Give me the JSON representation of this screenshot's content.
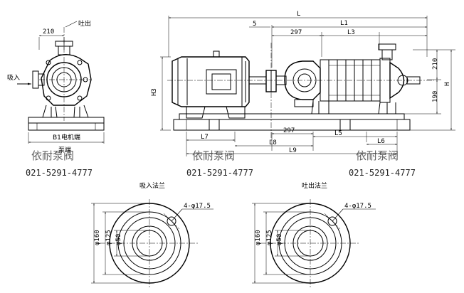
{
  "dimensions": {
    "L": "L",
    "L1": "L1",
    "L3": "L3",
    "five": "5",
    "d297_top": "297",
    "H3": "H3",
    "d210_right": "210",
    "d190": "190",
    "H": "H",
    "d210_left": "210",
    "L7": "L7",
    "L8": "L8",
    "L9": "L9",
    "L5": "L5",
    "L6": "L6",
    "d297_bottom": "297"
  },
  "labels": {
    "outlet": "吐出",
    "inlet": "吸入",
    "motor_end": "B1电机端",
    "pump_end": "泵端",
    "suction_flange": "吸入法兰",
    "discharge_flange": "吐出法兰"
  },
  "flanges": {
    "left": {
      "holes": "4-φ17.5",
      "d160": "φ160",
      "d125": "φ125",
      "d50": "φ50"
    },
    "right": {
      "holes": "4-φ17.5",
      "d160": "φ160",
      "d125": "φ125",
      "d50": "φ50"
    }
  },
  "watermarks": [
    {
      "brand": "依耐泵阀",
      "phone": "021-5291-4777"
    },
    {
      "brand": "依耐泵阀",
      "phone": "021-5291-4777"
    },
    {
      "brand": "依耐泵阀",
      "phone": "021-5291-4777"
    }
  ]
}
